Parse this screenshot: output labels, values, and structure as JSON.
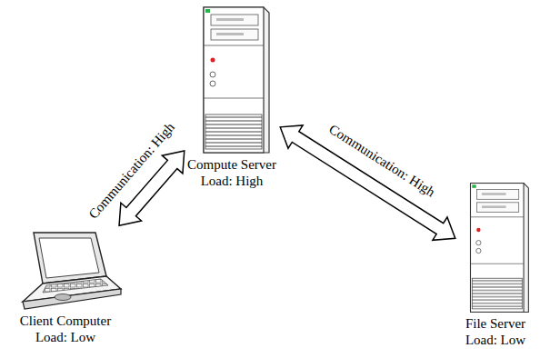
{
  "diagram": {
    "nodes": [
      {
        "text": [
          "Compute Server",
          "Load: High"
        ]
      },
      {
        "text": [
          "Client Computer",
          "Load: Low"
        ]
      },
      {
        "text": [
          "File Server",
          "Load: Low"
        ]
      }
    ],
    "edges": [
      {
        "from": 1,
        "to": 0,
        "arrow": "both",
        "label": "Communication: High"
      },
      {
        "from": 0,
        "to": 2,
        "arrow": "both",
        "label": "Communication: High"
      }
    ]
  }
}
